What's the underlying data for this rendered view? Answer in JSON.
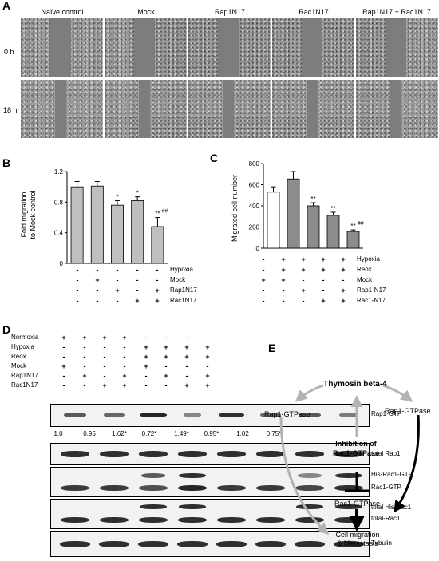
{
  "panel_a": {
    "label": "A",
    "columns": [
      "Naïve control",
      "Mock",
      "Rap1N17",
      "Rac1N17",
      "Rap1N17 + Rac1N17"
    ],
    "rows": [
      "0 h",
      "18 h"
    ]
  },
  "panel_b": {
    "label": "B",
    "ylabel": "Fold migration\nto Mock control",
    "factors": [
      {
        "name": "Hypoxia",
        "signs": [
          "-",
          "-",
          "-",
          "-",
          "-"
        ]
      },
      {
        "name": "Mock",
        "signs": [
          "-",
          "+",
          "-",
          "-",
          "-"
        ]
      },
      {
        "name": "Rap1N17",
        "signs": [
          "-",
          "-",
          "+",
          "-",
          "+"
        ]
      },
      {
        "name": "Rac1N17",
        "signs": [
          "-",
          "-",
          "-",
          "+",
          "+"
        ]
      }
    ]
  },
  "panel_c": {
    "label": "C",
    "ylabel": "Migrated cell number",
    "factors": [
      {
        "name": "Hypoxia",
        "signs": [
          "-",
          "+",
          "+",
          "+",
          "+"
        ]
      },
      {
        "name": "Reox.",
        "signs": [
          "-",
          "+",
          "+",
          "+",
          "+"
        ]
      },
      {
        "name": "Mock",
        "signs": [
          "+",
          "+",
          "-",
          "-",
          "-"
        ]
      },
      {
        "name": "Rap1-N17",
        "signs": [
          "-",
          "-",
          "+",
          "-",
          "+"
        ]
      },
      {
        "name": "Rac1-N17",
        "signs": [
          "-",
          "-",
          "-",
          "+",
          "+"
        ]
      }
    ]
  },
  "chart_data": [
    {
      "type": "bar",
      "title": "",
      "xlabel": "",
      "ylabel": "Fold migration to Mock control",
      "ylim": [
        0,
        1.2
      ],
      "yticks": [
        0,
        0.4,
        0.8,
        1.2
      ],
      "tick_labels": [
        "0",
        "0.4",
        "0.8",
        "1.2"
      ],
      "categories": [
        "1",
        "2",
        "3",
        "4",
        "5"
      ],
      "values": [
        1.0,
        1.01,
        0.76,
        0.82,
        0.48
      ],
      "errors": [
        0.07,
        0.06,
        0.06,
        0.05,
        0.12
      ],
      "annotations": [
        "",
        "",
        "*",
        "*",
        "**##"
      ],
      "bar_colors": [
        "#bfbfbf",
        "#bfbfbf",
        "#bfbfbf",
        "#bfbfbf",
        "#bfbfbf"
      ],
      "grid": false
    },
    {
      "type": "bar",
      "title": "",
      "xlabel": "",
      "ylabel": "Migrated cell number",
      "ylim": [
        0,
        800
      ],
      "yticks": [
        0,
        200,
        400,
        600,
        800
      ],
      "tick_labels": [
        "0",
        "200",
        "400",
        "600",
        "800"
      ],
      "categories": [
        "1",
        "2",
        "3",
        "4",
        "5"
      ],
      "values": [
        530,
        655,
        400,
        310,
        158
      ],
      "errors": [
        50,
        70,
        30,
        30,
        15
      ],
      "annotations": [
        "",
        "",
        "**",
        "**",
        "**##"
      ],
      "bar_colors": [
        "#ffffff",
        "#8c8c8c",
        "#8c8c8c",
        "#8c8c8c",
        "#8c8c8c"
      ],
      "grid": false
    }
  ],
  "panel_d": {
    "label": "D",
    "factors": [
      {
        "name": "Normoxia",
        "signs": [
          "+",
          "+",
          "+",
          "+",
          "-",
          "-",
          "-",
          "-"
        ]
      },
      {
        "name": "Hypoxia",
        "signs": [
          "-",
          "-",
          "-",
          "-",
          "+",
          "+",
          "+",
          "+"
        ]
      },
      {
        "name": "Reox.",
        "signs": [
          "-",
          "-",
          "-",
          "-",
          "+",
          "+",
          "+",
          "+"
        ]
      },
      {
        "name": "Mock",
        "signs": [
          "+",
          "-",
          "-",
          "-",
          "+",
          "-",
          "-",
          "-"
        ]
      },
      {
        "name": "Rap1N17",
        "signs": [
          "-",
          "+",
          "-",
          "+",
          "-",
          "+",
          "-",
          "+"
        ]
      },
      {
        "name": "Rac1N17",
        "signs": [
          "-",
          "-",
          "+",
          "+",
          "-",
          "-",
          "+",
          "+"
        ]
      }
    ],
    "quant": [
      "1.0",
      "0.95",
      "1.62*",
      "0.72*",
      "1.49*",
      "0.95*",
      "1.02",
      "0.75*"
    ],
    "blots": [
      {
        "labels": [
          "Rap1-GTP"
        ]
      },
      {
        "labels": [
          "total Rap1"
        ]
      },
      {
        "labels": [
          "His-Rac1-GTP",
          "Rac1-GTP"
        ]
      },
      {
        "labels": [
          "total His-Rac1",
          "total-Rac1"
        ]
      },
      {
        "labels": [
          "Tubulin"
        ]
      }
    ]
  },
  "panel_e": {
    "label": "E",
    "top": "Thymosin beta-4",
    "left": "Rap1-GTPase",
    "right": "Rap1-GTPase",
    "middle": "Inhibition of\nRac1-GTPase",
    "rac": "Rac1-GTPase",
    "bottom": "Cell migration\n& Metastasis"
  }
}
